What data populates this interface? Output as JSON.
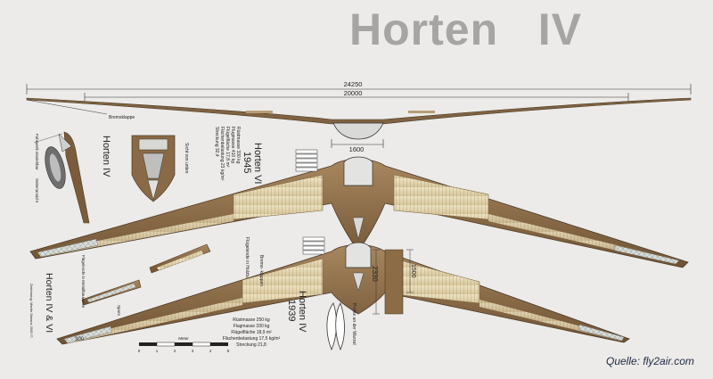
{
  "title": "Horten   IV",
  "source": "Quelle: fly2air.com",
  "dims": {
    "span_h4": "24250",
    "span_h6": "20000",
    "center_h6": "1600",
    "len_h4": "2330",
    "center_h4": "1500",
    "tip": "300"
  },
  "labels": {
    "bremsklappe": "Bremsklappe",
    "horten_vi": "Horten VI",
    "year_vi": "1945",
    "horten_iv_side": "Horten IV",
    "sicht_unten": "Sicht von unten",
    "horten_iv_bottom": "Horten IV",
    "year_iv": "1939",
    "horten_iv_vi": "Horten IV & VI",
    "zeichnung": "Zeichnung: Martin Simons 2000 ©",
    "spec_h6": [
      "Rüstmasse 330 kg",
      "Flugmasse 410 kg",
      "Flügelfläche 17,8 m²",
      "Flächenbelastung 23 kg/m²",
      "Streckung 32,4"
    ],
    "spec_h4": [
      "Rüstmasse 250 kg",
      "Flugmasse 330 kg",
      "Flügelfläche 18,9 m²",
      "Flächenbelastung 17,5 kg/m²",
      "Streckung 21,8"
    ],
    "fahrwerk": "Fahrwerk einziehbar",
    "seitenansicht": "Seitenansicht",
    "flugelende_holz": "Flügelende in Holzbauweise",
    "flugelende_metall": "Flügelende in Metallbauweise",
    "brems": "Brems- klappen",
    "profile": "Profile an der Wurzel",
    "spant": "Spant",
    "meter": "Meter",
    "scale_ticks": [
      "0",
      "1",
      "2",
      "3",
      "4",
      "5"
    ]
  }
}
